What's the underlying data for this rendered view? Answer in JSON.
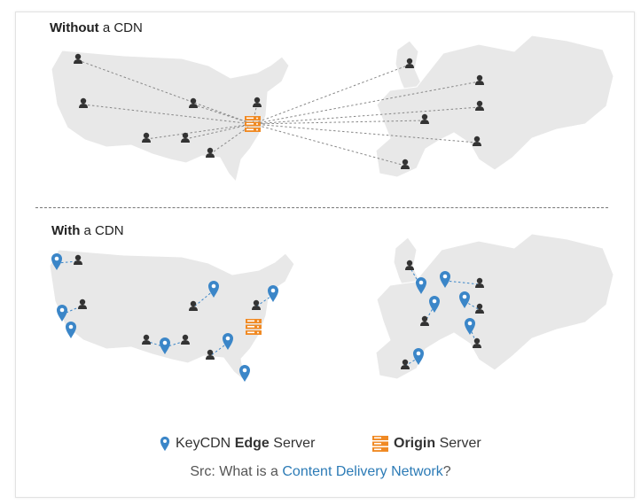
{
  "headings": {
    "without": {
      "bold": "Without",
      "rest": "a CDN"
    },
    "with": {
      "bold": "With",
      "rest": "a CDN"
    }
  },
  "legend": {
    "edge": {
      "prefix": "KeyCDN",
      "bold": "Edge",
      "suffix": "Server",
      "icon": "map-pin-icon",
      "color": "#3b86c8"
    },
    "origin": {
      "bold": "Origin",
      "suffix": "Server",
      "icon": "server-icon",
      "color": "#f08a24"
    }
  },
  "source": {
    "prefix": "Src: What is a",
    "link": "Content Delivery Network",
    "suffix": "?"
  },
  "colors": {
    "land": "#e8e8e8",
    "user": "#333333",
    "origin": "#f08a24",
    "edge": "#3b86c8",
    "line": "#888888"
  }
}
